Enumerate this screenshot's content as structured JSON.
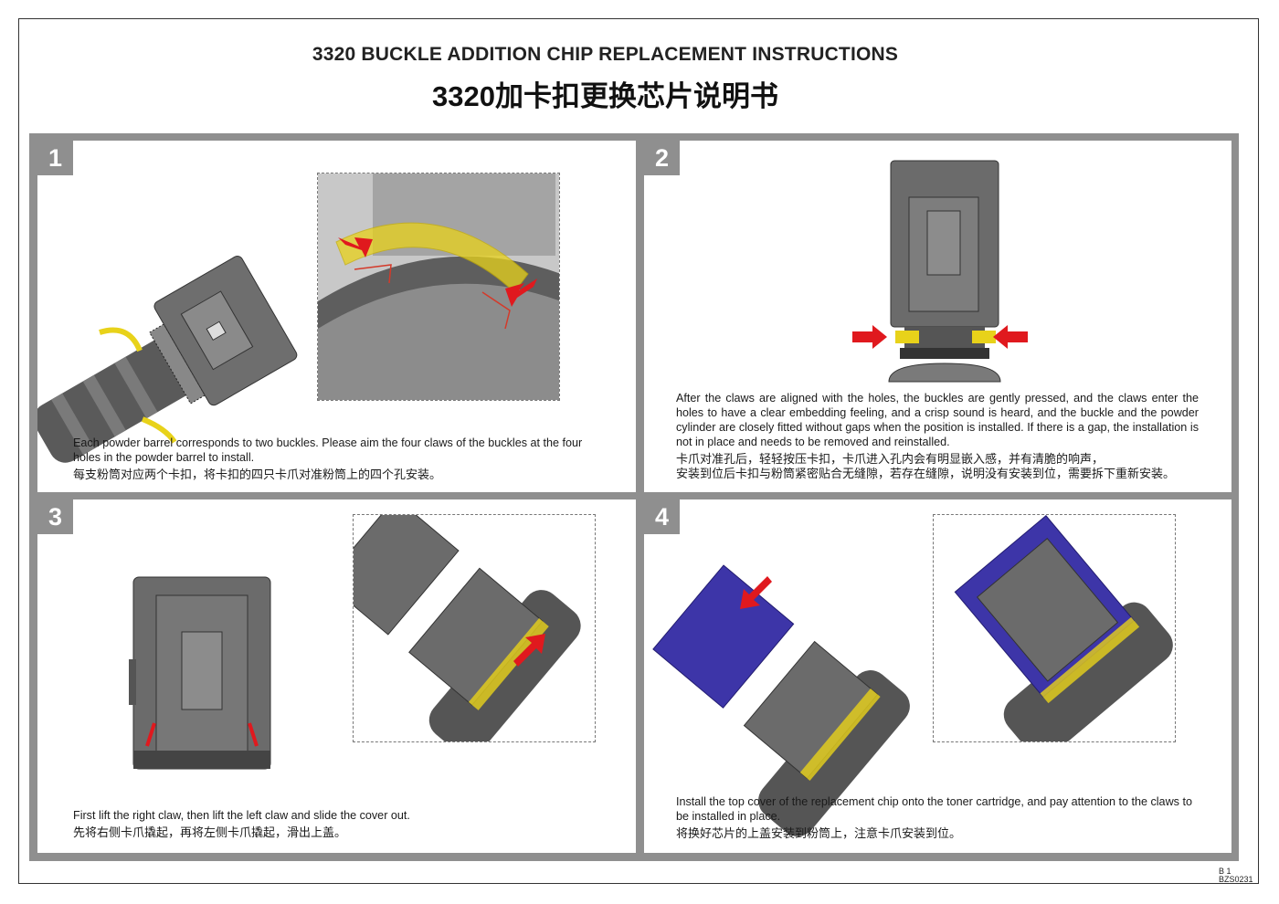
{
  "title": {
    "en": "3320 BUCKLE ADDITION CHIP REPLACEMENT INSTRUCTIONS",
    "cn": "3320加卡扣更换芯片说明书"
  },
  "steps": [
    {
      "number": "1",
      "text_en": "Each powder barrel corresponds to two buckles. Please aim the four claws of the buckles at the four holes in the powder barrel to install.",
      "text_cn": "每支粉筒对应两个卡扣，将卡扣的四只卡爪对准粉筒上的四个孔安装。"
    },
    {
      "number": "2",
      "text_en": "After the claws are aligned with the holes, the buckles are gently pressed, and the claws enter the holes to have a clear embedding feeling, and a crisp sound is heard, and the buckle and the powder cylinder are closely fitted without gaps when the position is installed. If there is a gap, the installation is not in place and needs to be removed and reinstalled.",
      "text_cn_1": "卡爪对准孔后，轻轻按压卡扣，卡爪进入孔内会有明显嵌入感，并有清脆的响声，",
      "text_cn_2": "安装到位后卡扣与粉筒紧密贴合无缝隙，若存在缝隙，说明没有安装到位，需要拆下重新安装。"
    },
    {
      "number": "3",
      "text_en": "First lift the right claw, then lift the left claw and slide the cover out.",
      "text_cn": "先将右侧卡爪撬起，再将左侧卡爪撬起，滑出上盖。"
    },
    {
      "number": "4",
      "text_en": "Install the top cover of the replacement chip onto the toner cartridge, and pay attention to the claws to be installed in place.",
      "text_cn": "将换好芯片的上盖安装到粉筒上，注意卡爪安装到位。"
    }
  ],
  "doc_code": {
    "line1": "B 1",
    "line2": "BZS0231"
  },
  "colors": {
    "panel_border": "#8f8f8f",
    "buckle": "#e8d21a",
    "arrow": "#e0191e",
    "cover": "#3d35a8",
    "part": "#6b6b6b"
  },
  "icons": [
    "red-arrow-icon",
    "yellow-buckle-icon",
    "cartridge-illustration"
  ]
}
